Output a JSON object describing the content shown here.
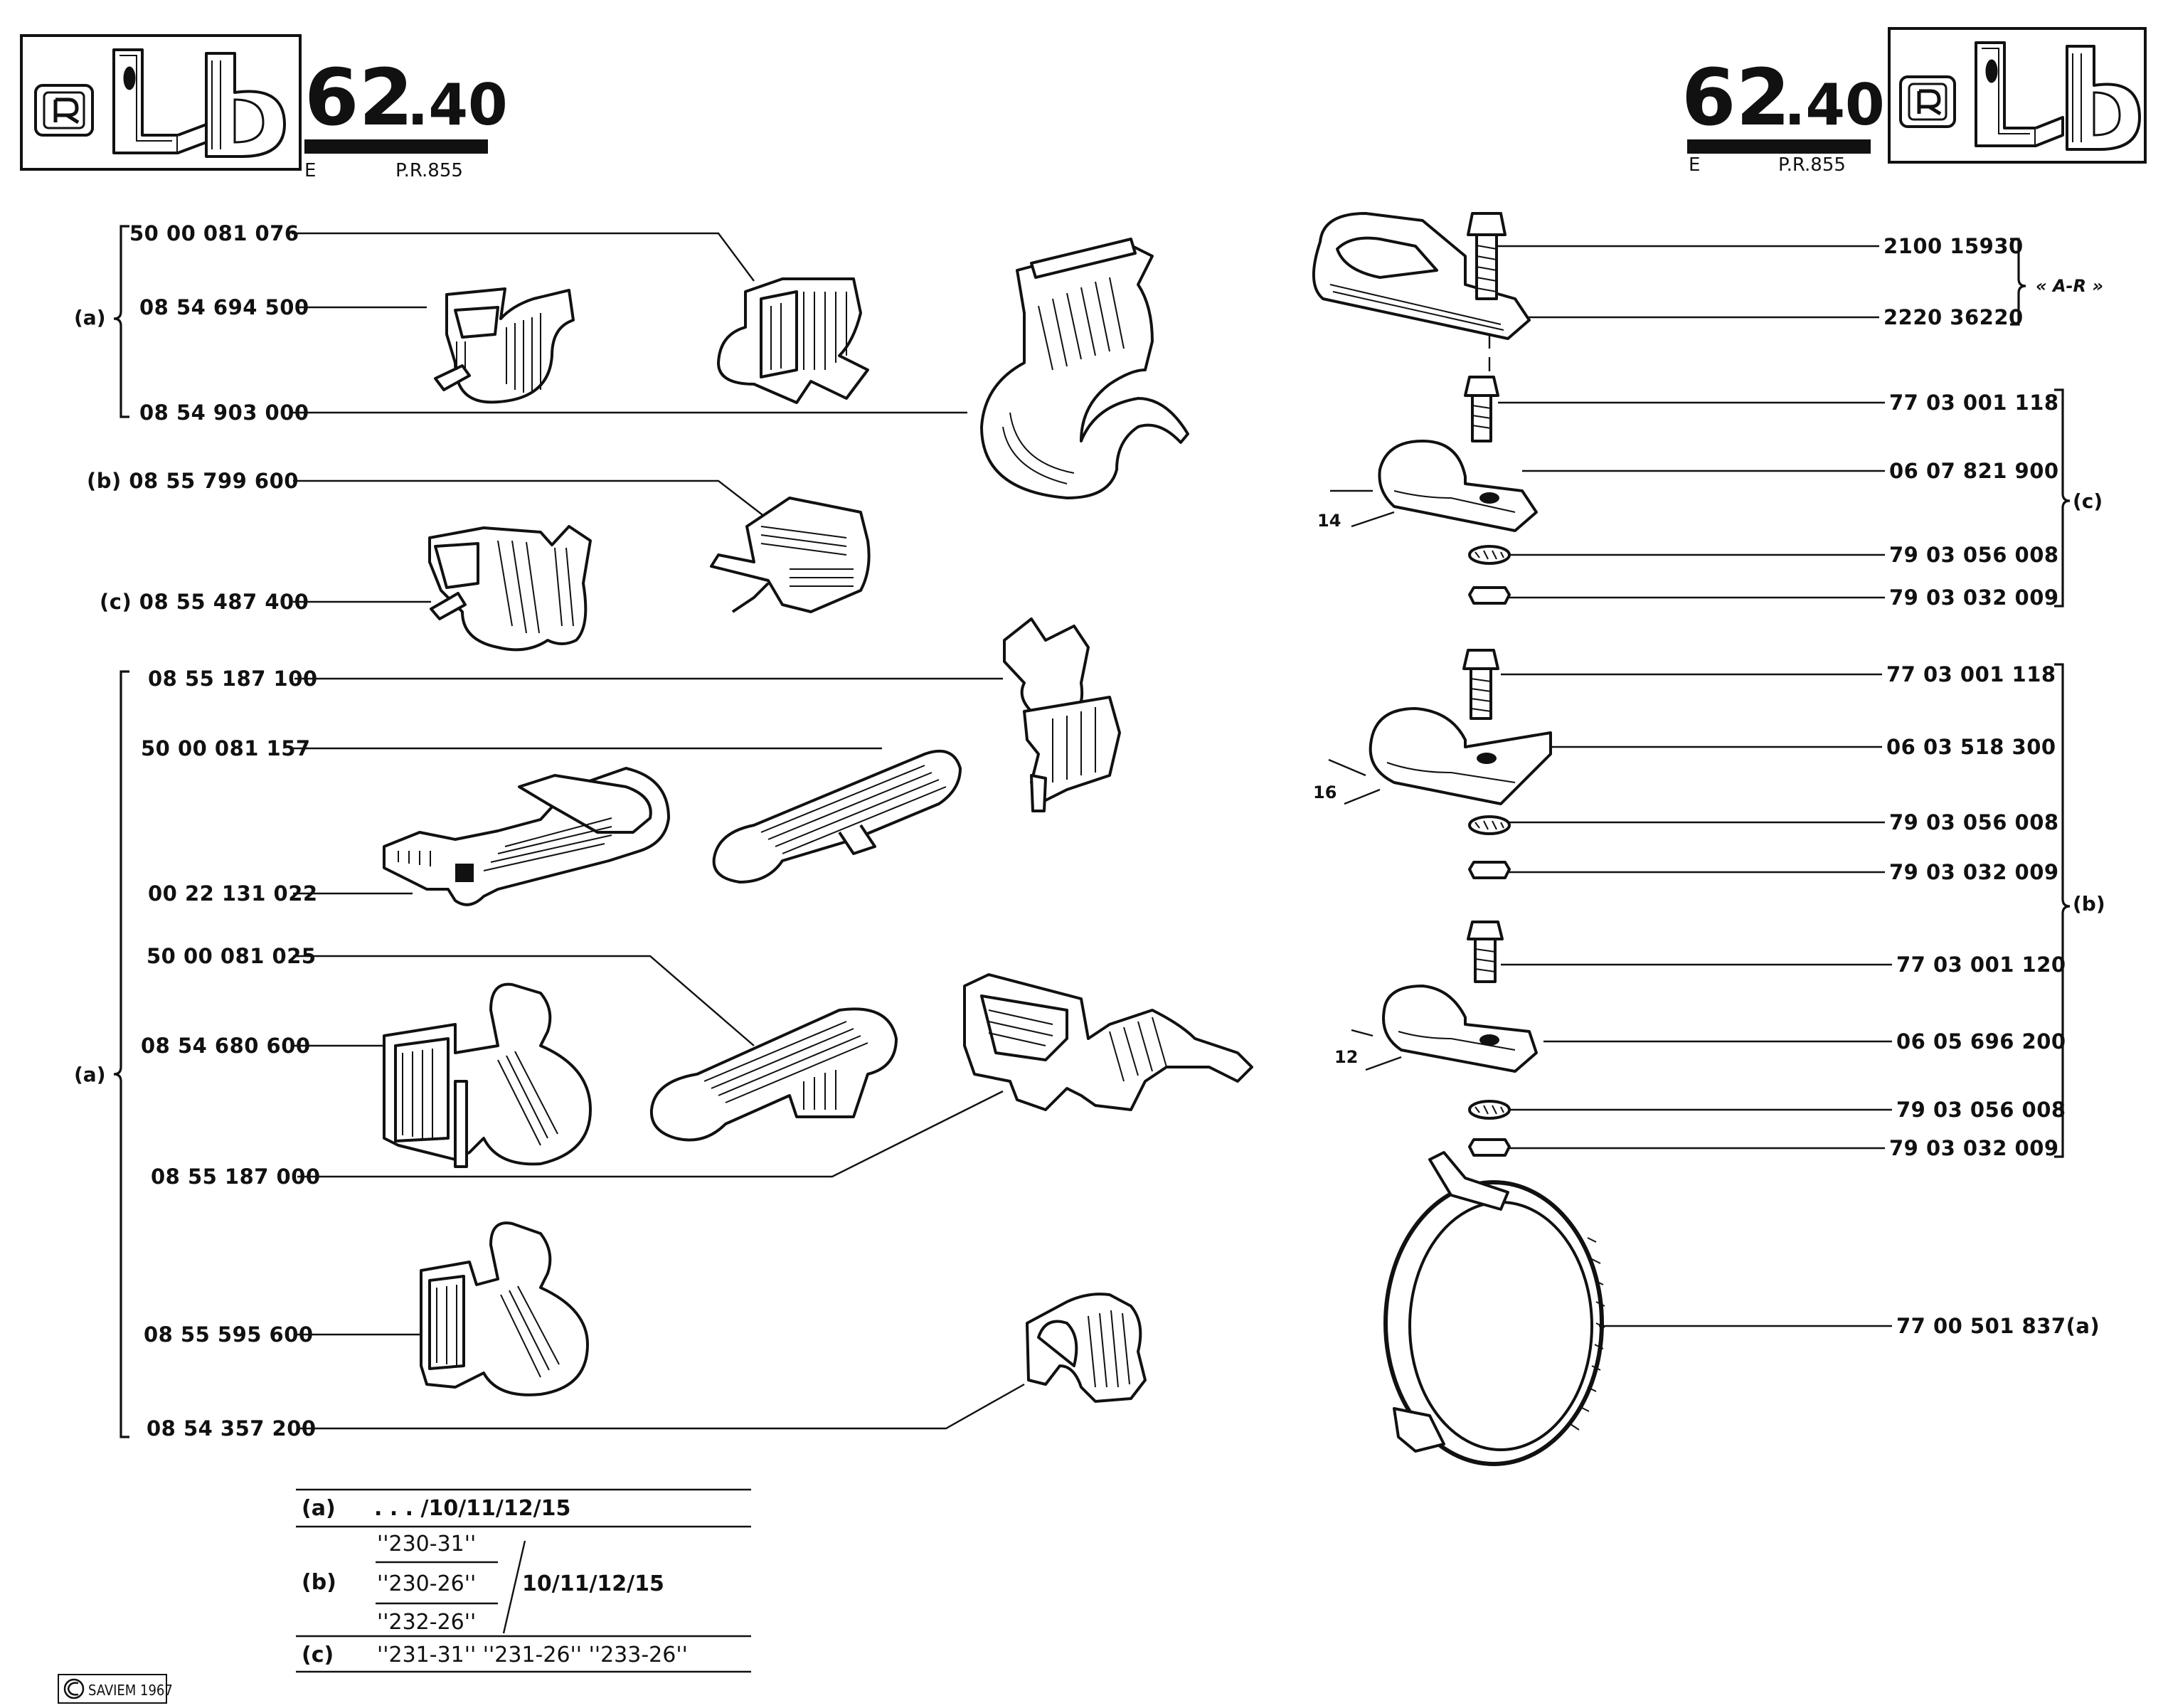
{
  "header": {
    "code_major": "62",
    "code_minor": ".40",
    "lang": "E",
    "ref": "P.R.855"
  },
  "left_labels": [
    {
      "key": "50 00 081 076",
      "text": "50 00 081 076"
    },
    {
      "key": "08 54 694 500",
      "text": "08 54 694 500"
    },
    {
      "key": "08 54 903 000",
      "text": "08 54 903 000"
    },
    {
      "key": "08 55 799 600",
      "text": "(b) 08 55 799 600"
    },
    {
      "key": "08 55 487 400",
      "text": "(c)  08 55 487 400"
    },
    {
      "key": "08 55 187 100",
      "text": "08 55 187 100"
    },
    {
      "key": "50 00 081 157",
      "text": "50 00 081 157"
    },
    {
      "key": "00 22 131 022",
      "text": "00 22 131 022"
    },
    {
      "key": "50 00 081 025",
      "text": "50 00 081 025"
    },
    {
      "key": "08 54 680 600",
      "text": "08 54 680 600"
    },
    {
      "key": "08 55 187 000",
      "text": "08 55 187 000"
    },
    {
      "key": "08 55 595 600",
      "text": "08 55 595 600"
    },
    {
      "key": "08 54 357 200",
      "text": "08 54 357 200"
    }
  ],
  "left_groups": {
    "a_top": "(a)",
    "a_bottom": "(a)"
  },
  "right_labels": [
    {
      "key": "2100 15930",
      "text": "2100 15930"
    },
    {
      "key": "2220 36220",
      "text": "2220 36220"
    },
    {
      "key": "77 03 001 118 c",
      "text": "77 03 001 118"
    },
    {
      "key": "06 07 821 900",
      "text": "06 07 821 900"
    },
    {
      "key": "79 03 056 008 c",
      "text": "79 03 056 008"
    },
    {
      "key": "79 03 032 009 c",
      "text": "79 03 032 009"
    },
    {
      "key": "77 03 001 118 b",
      "text": "77 03 001 118"
    },
    {
      "key": "06 03 518 300",
      "text": "06 03 518 300"
    },
    {
      "key": "79 03 056 008 b1",
      "text": "79 03 056 008"
    },
    {
      "key": "79 03 032 009 b1",
      "text": "79 03 032 009"
    },
    {
      "key": "77 03 001 120",
      "text": "77 03 001 120"
    },
    {
      "key": "06 05 696 200",
      "text": "06 05 696 200"
    },
    {
      "key": "79 03 056 008 b2",
      "text": "79 03 056 008"
    },
    {
      "key": "79 03 032 009 b2",
      "text": "79 03 032 009"
    },
    {
      "key": "77 00 501 837",
      "text": "77 00 501 837(a)"
    }
  ],
  "right_groups": {
    "ar": "« A-R »",
    "c": "(c)",
    "b": "(b)"
  },
  "dimensions": {
    "d14": "14",
    "d16": "16",
    "d12": "12"
  },
  "applicability": {
    "row_a": {
      "key": "(a)",
      "value": ". . . /10/11/12/15"
    },
    "row_b": {
      "key": "(b)",
      "models": [
        "''230-31''",
        "''230-26''",
        "''232-26''"
      ],
      "years": "10/11/12/15"
    },
    "row_c": {
      "key": "(c)",
      "value": "''231-31''  ''231-26''  ''233-26''"
    }
  },
  "copyright": "SAVIEM 1967"
}
